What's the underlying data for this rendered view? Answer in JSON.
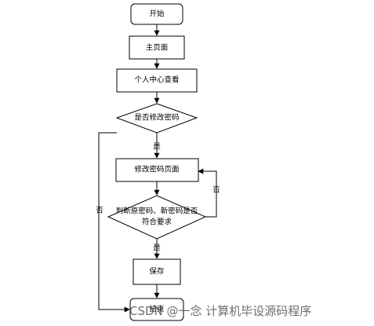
{
  "flowchart": {
    "nodes": {
      "start": "开始",
      "main_page": "主页面",
      "personal_center": "个人中心查看",
      "decision_modify": "是否修改密码",
      "modify_page": "修改密码页面",
      "decision_valid_line1": "判断原密码、新密码是否",
      "decision_valid_line2": "符合要求",
      "save": "保存",
      "end": "结束"
    },
    "edges": {
      "modify_yes": "是",
      "modify_no": "否",
      "valid_yes": "是",
      "valid_no": "否"
    }
  },
  "watermark": "CSDN @一念 计算机毕设源码程序"
}
